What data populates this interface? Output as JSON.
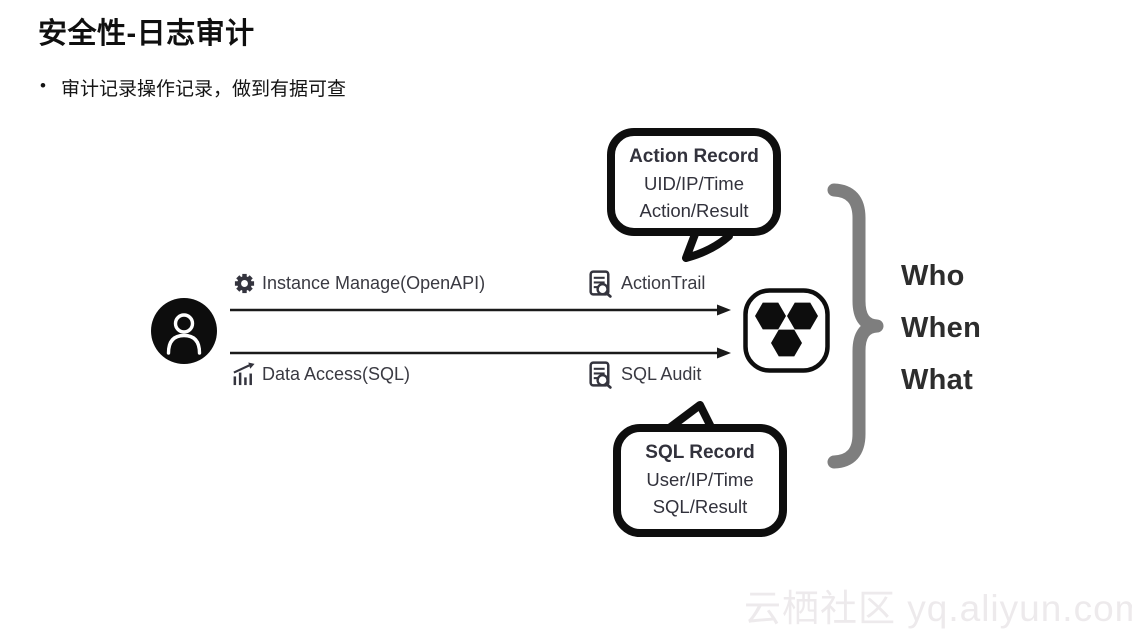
{
  "slide": {
    "title": "安全性-日志审计",
    "bullet_marker": "•",
    "bullet": "审计记录操作记录，做到有据可查"
  },
  "diagram": {
    "actor": "user-icon",
    "flows": [
      {
        "icon": "gear-icon",
        "label": "Instance Manage(OpenAPI)",
        "service": "ActionTrail"
      },
      {
        "icon": "bar-chart-icon",
        "label": "Data Access(SQL)",
        "service": "SQL Audit"
      }
    ],
    "bubbles": [
      {
        "title": "Action Record",
        "lines": [
          "UID/IP/Time",
          "Action/Result"
        ]
      },
      {
        "title": "SQL Record",
        "lines": [
          "User/IP/Time",
          "SQL/Result"
        ]
      }
    ],
    "target": "hexagon-cluster-icon",
    "summary": [
      "Who",
      "When",
      "What"
    ]
  },
  "watermark": "云栖社区 yq.aliyun.com",
  "colors": {
    "ink": "#0e0e0e",
    "label_text": "#3a3a42",
    "bubble_text": "#32323c",
    "brace": "#7e7e7e",
    "watermark_text": "#edeaec",
    "background": "#ffffff"
  }
}
